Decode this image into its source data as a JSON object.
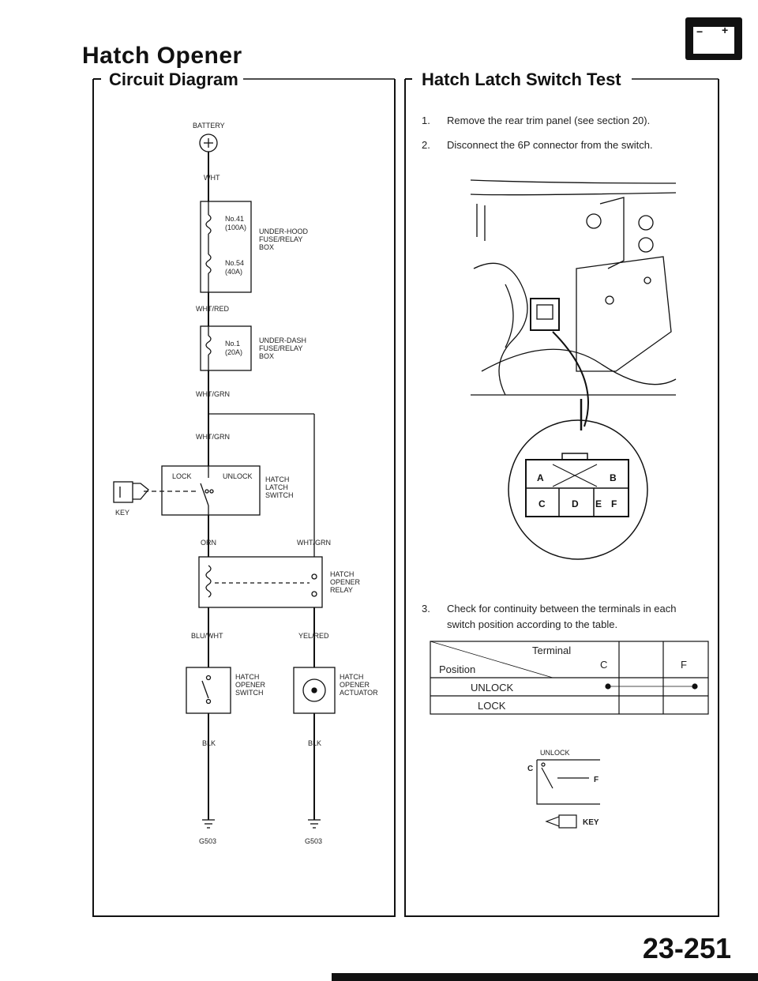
{
  "page": {
    "title": "Hatch Opener",
    "page_number": "23-251"
  },
  "circuit": {
    "section_title": "Circuit Diagram",
    "battery_label": "BATTERY",
    "wire_wht": "WHT",
    "fuse_a_label": "No.41",
    "fuse_a_rating": "(100A)",
    "fuse_b_label": "No.54",
    "fuse_b_rating": "(40A)",
    "underhood_box": [
      "UNDER-HOOD",
      "FUSE/RELAY",
      "BOX"
    ],
    "wire_wht_red": "WHT/RED",
    "fuse_c_label": "No.1",
    "fuse_c_rating": "(20A)",
    "underdash_box": [
      "UNDER-DASH",
      "FUSE/RELAY",
      "BOX"
    ],
    "wire_wht_grn_1": "WHT/GRN",
    "wire_wht_grn_2": "WHT/GRN",
    "lock_label": "LOCK",
    "unlock_label": "UNLOCK",
    "latch_switch": [
      "HATCH",
      "LATCH",
      "SWITCH"
    ],
    "key_label": "KEY",
    "wire_orn": "ORN",
    "wire_wht_grn_3": "WHT/GRN",
    "relay": [
      "HATCH",
      "OPENER",
      "RELAY"
    ],
    "wire_blu_wht": "BLU/WHT",
    "wire_yel_red": "YEL/RED",
    "opener_switch": [
      "HATCH",
      "OPENER",
      "SWITCH"
    ],
    "actuator": [
      "HATCH",
      "OPENER",
      "ACTUATOR"
    ],
    "wire_blk_1": "BLK",
    "wire_blk_2": "BLK",
    "ground_1": "G503",
    "ground_2": "G503"
  },
  "test": {
    "section_title": "Hatch Latch Switch Test",
    "step1_num": "1.",
    "step1": "Remove the rear trim panel (see section 20).",
    "step2_num": "2.",
    "step2": "Disconnect the 6P connector from the switch.",
    "connector_terminals": [
      "A",
      "B",
      "C",
      "D",
      "E",
      "F"
    ],
    "step3_num": "3.",
    "step3_line1": "Check for continuity between the terminals in each",
    "step3_line2": "switch position according to the table.",
    "table": {
      "header_terminal": "Terminal",
      "header_position": "Position",
      "columns": [
        "C",
        "F"
      ],
      "rows": [
        "UNLOCK",
        "LOCK"
      ]
    },
    "schematic_c": "C",
    "schematic_f": "F",
    "schematic_top": "UNLOCK",
    "key_label": "KEY"
  }
}
